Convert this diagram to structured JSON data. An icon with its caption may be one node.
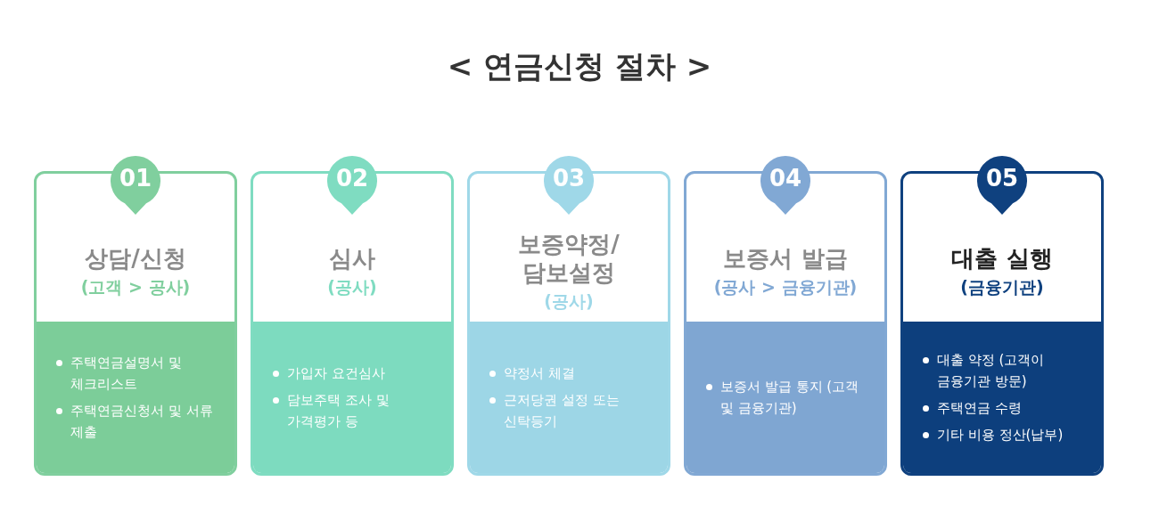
{
  "diagram": {
    "title": "< 연금신청 절차 >",
    "nodes": [
      {
        "text": [
          "01",
          "상담/신청",
          "(고객 > 공사)",
          "주택연금설명서 및 체크리스트",
          "주택연금신청서 및 서류 제출"
        ]
      },
      {
        "text": [
          "02",
          "심사",
          "(공사)",
          "가입자 요건심사",
          "담보주택 조사 및 가격평가 등"
        ]
      },
      {
        "text": [
          "03",
          "보증약정/ 담보설정",
          "(공사)",
          "약정서 체결",
          "근저당권 설정 또는 신탁등기"
        ]
      },
      {
        "text": [
          "04",
          "보증서 발급",
          "(공사 > 금융기관)",
          "보증서 발급 통지 (고객 및 금융기관)"
        ]
      },
      {
        "text": [
          "05",
          "대출 실행",
          "(금융기관)",
          "대출 약정 (고객이 금융기관 방문)",
          "주택연금 수령",
          "기타 비용 정산(납부)"
        ]
      }
    ]
  }
}
